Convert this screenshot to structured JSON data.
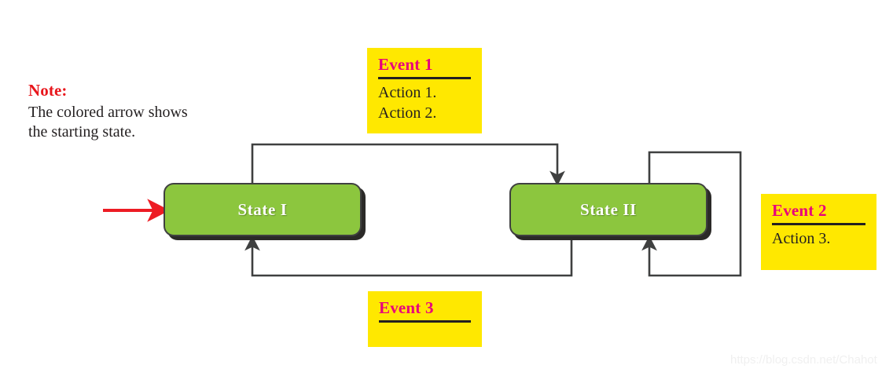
{
  "diagram": {
    "title": "State machine diagram with two states and three events",
    "colors": {
      "state_fill": "#8cc63e",
      "state_border": "#3f4040",
      "state_text": "#ffffff",
      "event_box_fill": "#ffe800",
      "event_title": "#e8007d",
      "note_title": "#e8161c",
      "body_text": "#231f20",
      "start_arrow": "#ed1c24",
      "transition_arrow": "#3f4040"
    }
  },
  "note": {
    "title": "Note:",
    "body": "The colored arrow shows the starting state."
  },
  "states": [
    {
      "id": "state-1",
      "label": "State I"
    },
    {
      "id": "state-2",
      "label": "State II"
    }
  ],
  "events": [
    {
      "id": "event-1",
      "title": "Event 1",
      "actions": "Action 1.\nAction 2.",
      "from": "State I",
      "to": "State II"
    },
    {
      "id": "event-2",
      "title": "Event 2",
      "actions": "Action 3.",
      "from": "State II",
      "to": "State II"
    },
    {
      "id": "event-3",
      "title": "Event 3",
      "actions": "",
      "from": "State II",
      "to": "State I"
    }
  ],
  "start_arrow": {
    "label": "starting-state-arrow",
    "target": "State I",
    "color": "#ed1c24"
  },
  "watermark": {
    "text": "https://blog.csdn.net/Chahot"
  }
}
